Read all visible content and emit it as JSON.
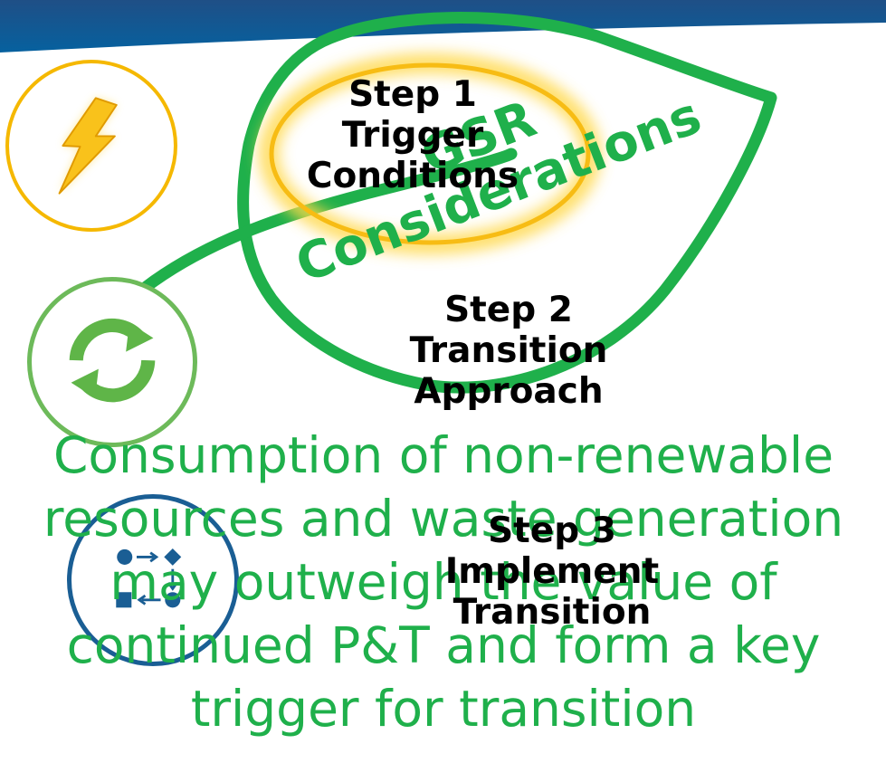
{
  "diagram": {
    "steps": [
      {
        "line1": "Step 1",
        "line2": "Trigger",
        "line3": "Conditions"
      },
      {
        "line1": "Step 2",
        "line2": "Transition",
        "line3": "Approach"
      },
      {
        "line1": "Step 3",
        "line2": "Implement",
        "line3": "Transition"
      }
    ],
    "gsr_label": {
      "line1": "GSR",
      "line2": "Considerations"
    },
    "statement": "Consumption of non-renewable resources and waste generation may outweigh the value of continued P&T and form a key trigger for transition",
    "icons": {
      "trigger": "lightning-icon",
      "transition": "refresh-cycle-icon",
      "implement": "process-flow-icon"
    },
    "colors": {
      "header": "#0a5a96",
      "green": "#1fb04b",
      "yellow": "#f5b800",
      "blue": "#1a5e94",
      "light_green": "#6dba5a"
    }
  }
}
